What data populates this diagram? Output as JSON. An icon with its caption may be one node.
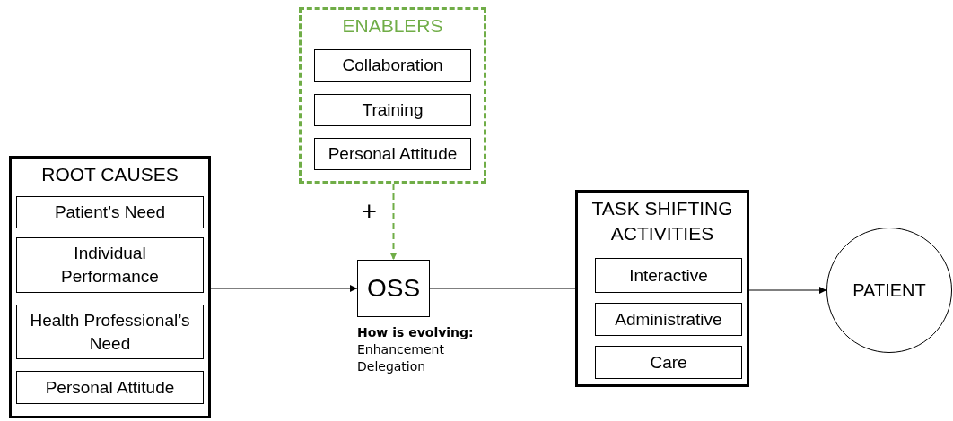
{
  "diagram": {
    "nodes": [
      {
        "text": [
          "ENABLERS"
        ]
      },
      {
        "text": [
          "Collaboration"
        ],
        "in": 0
      },
      {
        "text": [
          "Training"
        ],
        "in": 0
      },
      {
        "text": [
          "Personal Attitude"
        ],
        "in": 0
      },
      {
        "text": [
          "ROOT CAUSES"
        ]
      },
      {
        "text": [
          "Patient’s Need"
        ],
        "in": 4
      },
      {
        "text": [
          "Individual Performance"
        ],
        "in": 4
      },
      {
        "text": [
          "Health Professional’s Need"
        ],
        "in": 4
      },
      {
        "text": [
          "Personal Attitude"
        ],
        "in": 4
      },
      {
        "text": [
          "OSS"
        ],
        "beside": [
          "How is evolving:",
          "Enhancement",
          "Delegation"
        ]
      },
      {
        "text": [
          "TASK SHIFTING ACTIVITIES"
        ]
      },
      {
        "text": [
          "Interactive"
        ],
        "in": 10
      },
      {
        "text": [
          "Administrative"
        ],
        "in": 10
      },
      {
        "text": [
          "Care"
        ],
        "in": 10
      },
      {
        "text": [
          "PATIENT"
        ]
      }
    ],
    "edges": [
      {
        "from": 0,
        "to": 9,
        "arrow": "to",
        "label": "+",
        "style": "dashed",
        "color": "#70ad47"
      },
      {
        "from": 4,
        "to": 9,
        "arrow": "to"
      },
      {
        "from": 9,
        "to": 10,
        "arrow": "none"
      },
      {
        "from": 10,
        "to": 14,
        "arrow": "to"
      }
    ]
  }
}
